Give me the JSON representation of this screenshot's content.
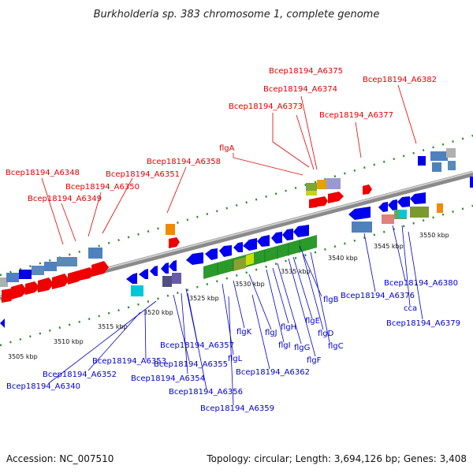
{
  "title": "Burkholderia sp. 383 chromosome 1, complete genome",
  "footer": {
    "accession": "Accession: NC_007510",
    "summary": "Topology: circular; Length: 3,694,126 bp; Genes: 3,408"
  },
  "colors": {
    "top_label": "#e00000",
    "bottom_label": "#0000cc",
    "backbone": "#8a8a8a",
    "tick": "#2a8a2a"
  },
  "scale_labels": [
    "3505 kbp",
    "3510 kbp",
    "3515 kbp",
    "3520 kbp",
    "3525 kbp",
    "3530 kbp",
    "3535 kbp",
    "3540 kbp",
    "3545 kbp",
    "3550 kbp"
  ],
  "top_labels": [
    "Bcep18194_A6375",
    "Bcep18194_A6374",
    "Bcep18194_A6373",
    "Bcep18194_A6382",
    "Bcep18194_A6377",
    "flgA",
    "Bcep18194_A6358",
    "Bcep18194_A6348",
    "Bcep18194_A6351",
    "Bcep18194_A6350",
    "Bcep18194_A6349"
  ],
  "bottom_labels": [
    "flgB",
    "flgC",
    "flgD",
    "flgE",
    "flgF",
    "flgG",
    "flgH",
    "flgI",
    "flgJ",
    "flgK",
    "flgL",
    "Bcep18194_A6357",
    "Bcep18194_A6353",
    "Bcep18194_A6355",
    "Bcep18194_A6352",
    "Bcep18194_A6354",
    "Bcep18194_A6340",
    "Bcep18194_A6356",
    "Bcep18194_A6362",
    "Bcep18194_A6359",
    "Bcep18194_A6380",
    "Bcep18194_A6376",
    "cca",
    "Bcep18194_A6379"
  ]
}
